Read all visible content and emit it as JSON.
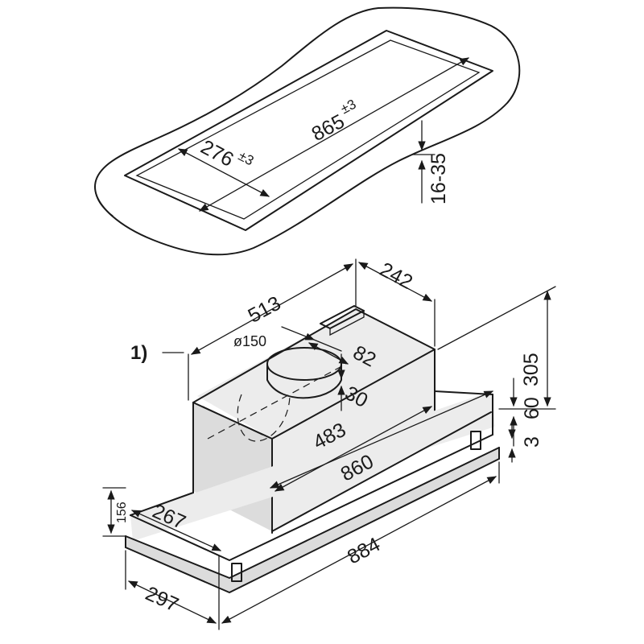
{
  "cutout": {
    "length": "865",
    "length_tol": "±3",
    "width": "276",
    "width_tol": "±3",
    "thickness": "16-35"
  },
  "hood": {
    "note_marker": "1)",
    "depth_top": "513",
    "width_top": "242",
    "height_total": "305",
    "duct_diameter": "ø150",
    "duct_offset": "82",
    "duct_height": "30",
    "body_length": "483",
    "body_width": "860",
    "frame_height": "60",
    "frame_gap": "3",
    "frame_depth_offset": "156",
    "body_depth": "267",
    "frame_length": "884",
    "frame_depth": "297"
  }
}
